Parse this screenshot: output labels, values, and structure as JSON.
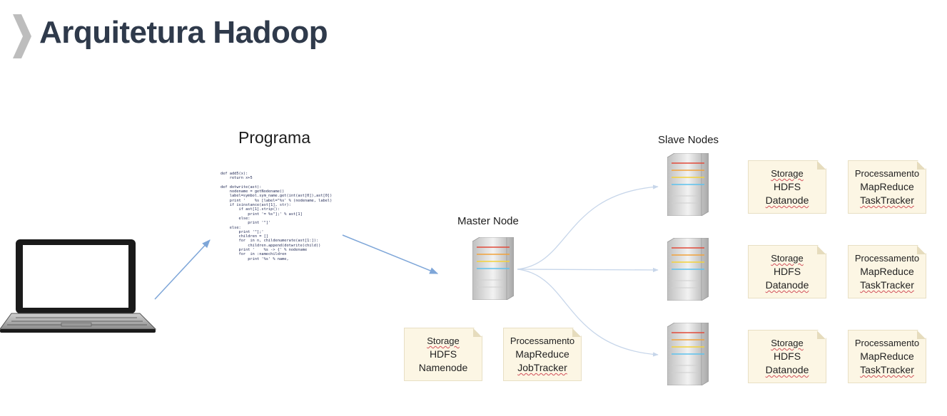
{
  "slide": {
    "title": "Arquitetura Hadoop"
  },
  "labels": {
    "programa": "Programa",
    "master_node": "Master Node",
    "slave_nodes": "Slave Nodes"
  },
  "code_snippet": "def add5(x):\n    return x+5\n\ndef dotwrite(ast):\n    nodename = getNodename()\n    label=symbol.sym_name.get(int(ast[0]),ast[0])\n    print '    %s [label=\"%s' % (nodename, label)\n    if isinstance(ast[1], str):\n        if ast[1].strip():\n            print '= %s\"];' % ast[1]\n        else:\n            print '\"]'\n    else:\n        print '\"];'\n        children = []\n        for  in n, childenumerate(ast[1:]):\n            children.append(dotwrite(child))\n        print '    %s -> {' % nodename\n        for  in :namechildren\n            print '%s' % name,",
  "master_notes": {
    "storage": {
      "line1": "Storage",
      "line2": "HDFS",
      "line3": "Namenode"
    },
    "processing": {
      "line1": "Processamento",
      "line2": "MapReduce",
      "line3": "JobTracker"
    }
  },
  "slaves": [
    {
      "storage": {
        "line1": "Storage",
        "line2": "HDFS",
        "line3": "Datanode"
      },
      "processing": {
        "line1": "Processamento",
        "line2": "MapReduce",
        "line3": "TaskTracker"
      }
    },
    {
      "storage": {
        "line1": "Storage",
        "line2": "HDFS",
        "line3": "Datanode"
      },
      "processing": {
        "line1": "Processamento",
        "line2": "MapReduce",
        "line3": "TaskTracker"
      }
    },
    {
      "storage": {
        "line1": "Storage",
        "line2": "HDFS",
        "line3": "Datanode"
      },
      "processing": {
        "line1": "Processamento",
        "line2": "MapReduce",
        "line3": "TaskTracker"
      }
    }
  ],
  "colors": {
    "title": "#2f3a4b",
    "arrow": "#7ea6d8",
    "connector": "#c7d6ea",
    "note_fill": "#fcf6e4",
    "led_red": "#e14a3a",
    "led_orange": "#f2a23a",
    "led_yellow": "#f3d23a",
    "led_blue": "#5cc2ee"
  }
}
